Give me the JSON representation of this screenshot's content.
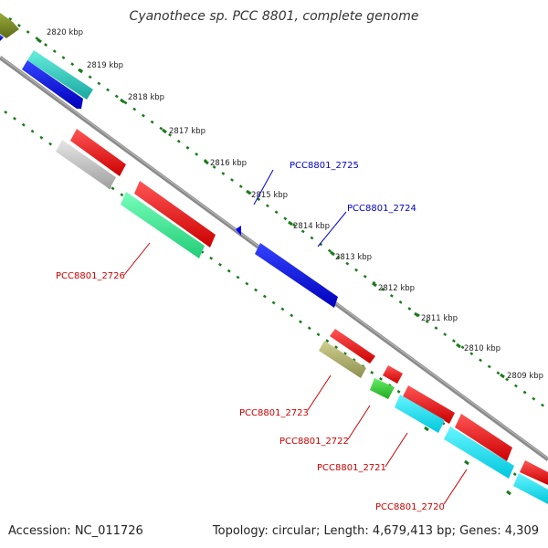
{
  "title": "Cyanothece sp. PCC 8801, complete genome",
  "footer": {
    "accession": "Accession: NC_011726",
    "summary": "Topology: circular; Length: 4,679,413 bp; Genes: 4,309"
  },
  "ticks": [
    "2820 kbp",
    "2819 kbp",
    "2818 kbp",
    "2817 kbp",
    "2816 kbp",
    "2815 kbp",
    "2814 kbp",
    "2813 kbp",
    "2812 kbp",
    "2811 kbp",
    "2810 kbp",
    "2809 kbp"
  ],
  "gene_labels": {
    "g2725": "PCC8801_2725",
    "g2724": "PCC8801_2724",
    "g2726": "PCC8801_2726",
    "g2723": "PCC8801_2723",
    "g2722": "PCC8801_2722",
    "g2721": "PCC8801_2721",
    "g2720": "PCC8801_2720"
  },
  "colors": {
    "backbone": "#808080",
    "tick": "#1a7a1a",
    "label_blue": "#0000cc",
    "label_red": "#cc0000",
    "red": "#ff0000",
    "blue": "#0000ff",
    "cyan": "#00e5ff",
    "teal": "#2dd4cc",
    "mint": "#33ee99",
    "grey": "#c0c0c0",
    "olive": "#b5b56e",
    "green": "#33cc33",
    "olive_dark": "#7a8a2a"
  }
}
